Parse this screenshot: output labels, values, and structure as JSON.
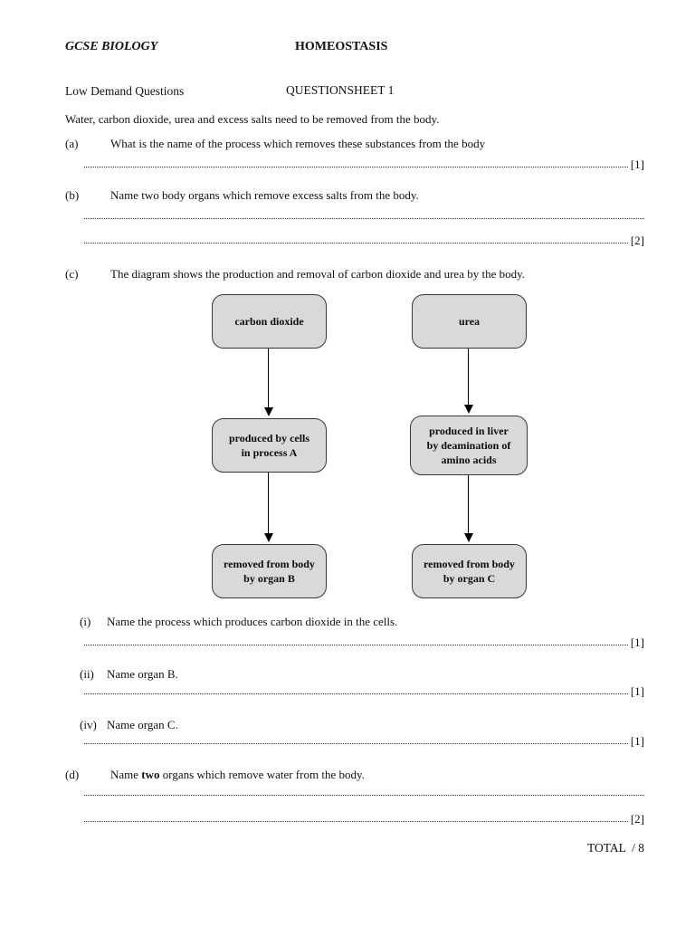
{
  "header": {
    "course": "GCSE BIOLOGY",
    "topic": "HOMEOSTASIS",
    "level": "Low Demand Questions",
    "sheet": "QUESTIONSHEET 1"
  },
  "intro": "Water, carbon dioxide, urea and excess salts need to be removed from the body.",
  "questions": {
    "a": {
      "label": "(a)",
      "text": "What is the name of the process which removes these substances from the body",
      "marks": "[1]"
    },
    "b": {
      "label": "(b)",
      "text": "Name two body organs which remove excess salts from the body.",
      "marks": "[2]"
    },
    "c": {
      "label": "(c)",
      "text": "The diagram shows the production and removal of carbon dioxide and urea by the body."
    },
    "ci": {
      "label": "(i)",
      "text": "Name the process which produces carbon dioxide in the cells.",
      "marks": "[1]"
    },
    "cii": {
      "label": "(ii)",
      "text": "Name organ B.",
      "marks": "[1]"
    },
    "civ": {
      "label": "(iv)",
      "text": "Name organ C.",
      "marks": "[1]"
    },
    "d": {
      "label": "(d)",
      "text_pre": "Name ",
      "text_bold": "two",
      "text_post": " organs which remove water from the body.",
      "marks": "[2]"
    }
  },
  "diagram": {
    "box_fill": "#d9d9d9",
    "box_border": "#373737",
    "boxes": {
      "co2_top": "carbon dioxide",
      "urea_top": "urea",
      "co2_mid": "produced by cells\nin process A",
      "urea_mid": "produced in liver\nby deamination of\namino acids",
      "co2_bot": "removed from body\nby organ B",
      "urea_bot": "removed from body\nby organ C"
    }
  },
  "footer": {
    "total": "TOTAL  / 8"
  }
}
